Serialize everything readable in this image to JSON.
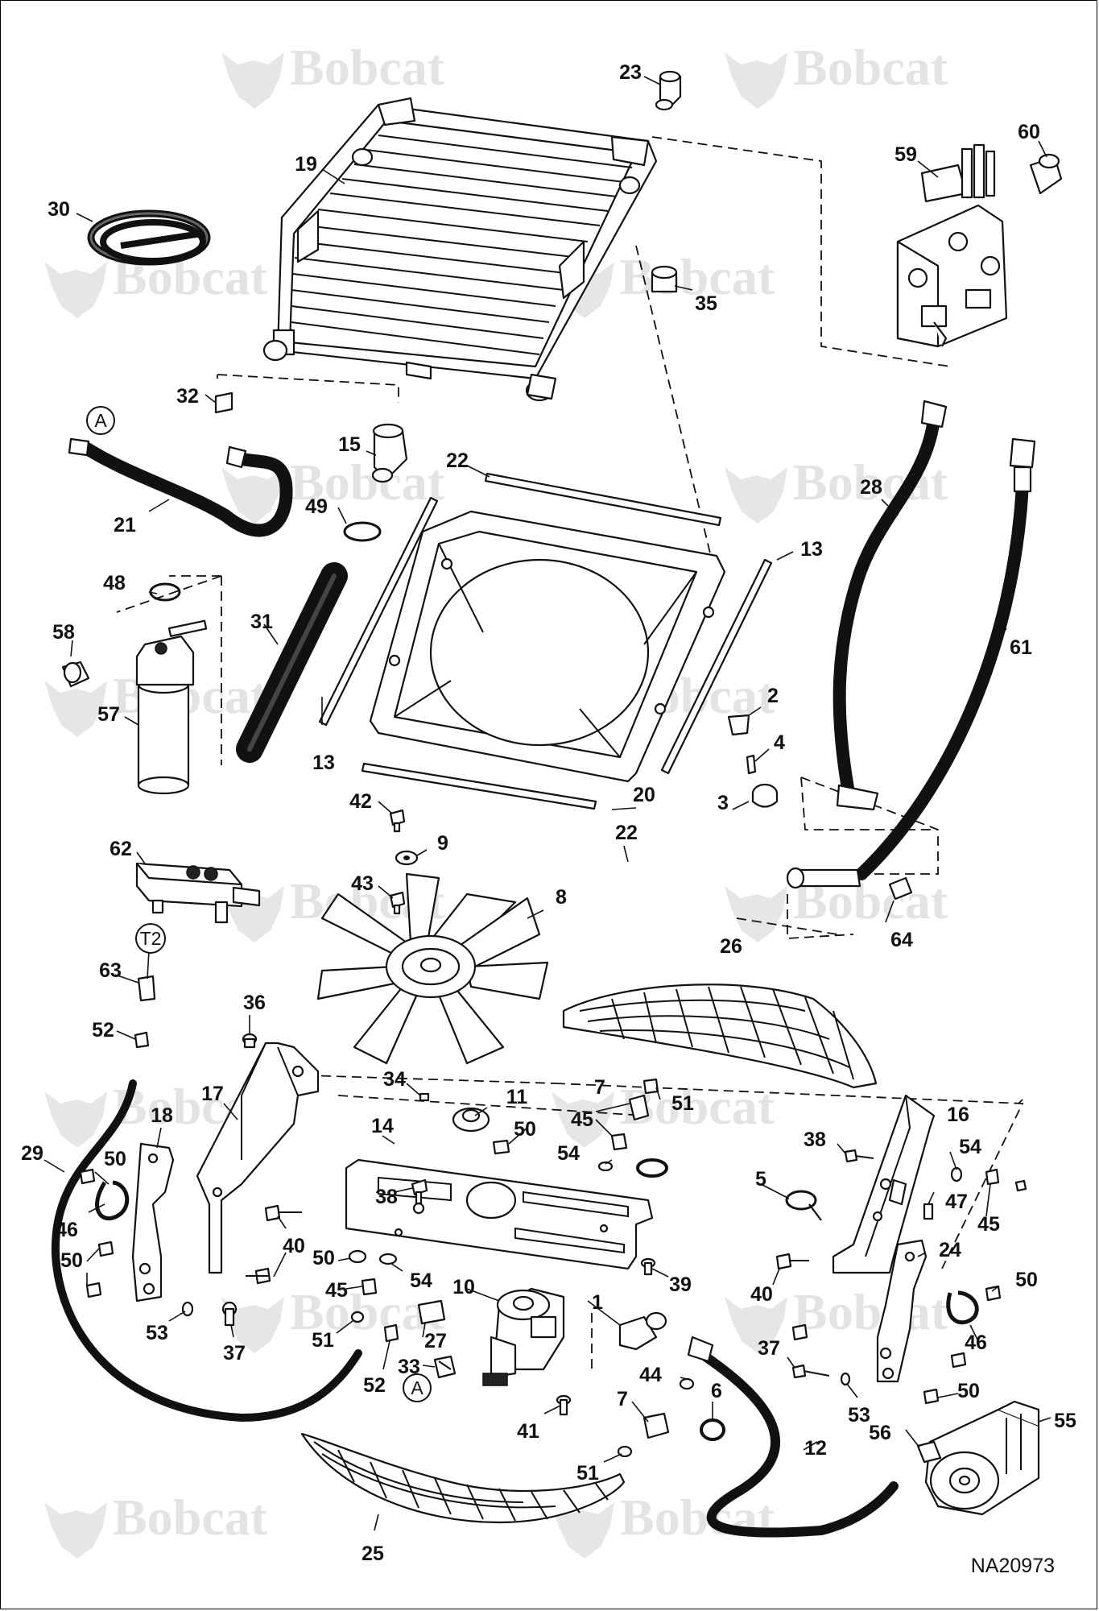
{
  "watermark": {
    "brand": "Bobcat"
  },
  "reference_id": "NA20973",
  "connection_markers": [
    "A",
    "T2"
  ],
  "callouts": [
    "1",
    "2",
    "3",
    "4",
    "5",
    "6",
    "7",
    "8",
    "9",
    "10",
    "11",
    "12",
    "13",
    "14",
    "15",
    "16",
    "17",
    "18",
    "19",
    "20",
    "21",
    "22",
    "23",
    "24",
    "25",
    "26",
    "27",
    "28",
    "29",
    "30",
    "31",
    "32",
    "33",
    "34",
    "35",
    "36",
    "37",
    "38",
    "39",
    "40",
    "41",
    "42",
    "43",
    "44",
    "45",
    "46",
    "47",
    "48",
    "49",
    "50",
    "51",
    "52",
    "53",
    "54",
    "55",
    "56",
    "57",
    "58",
    "59",
    "60",
    "61",
    "62",
    "63",
    "64"
  ]
}
